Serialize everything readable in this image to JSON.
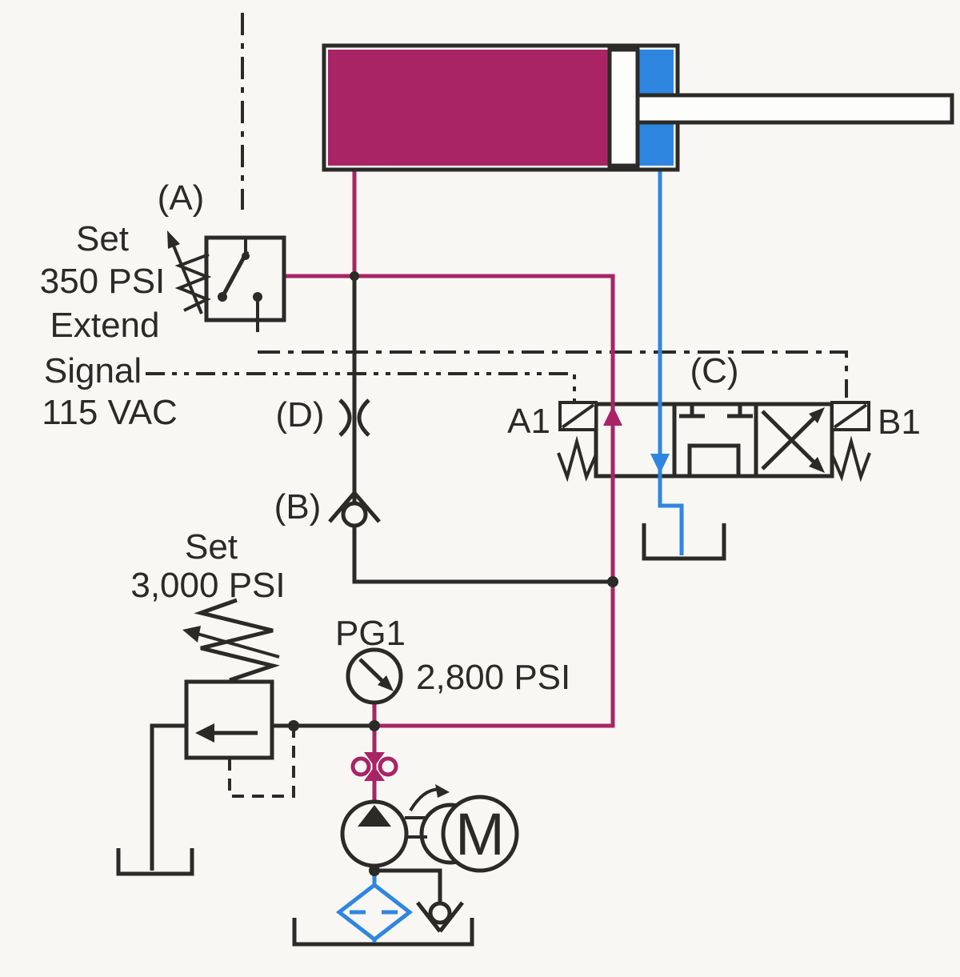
{
  "colors": {
    "maroon": "#a92465",
    "blue": "#2f86e0",
    "line": "#2b2a27",
    "background": "#f8f7f4"
  },
  "pressure_switch": {
    "id_label": "(A)",
    "set_label": "Set",
    "set_value": "350 PSI",
    "signal_line1": "Extend",
    "signal_line2": "Signal",
    "signal_line3": "115 VAC"
  },
  "bypass_check_valve": {
    "id_label": "(B)"
  },
  "orifice": {
    "id_label": "(D)"
  },
  "directional_valve": {
    "id_label": "(C)",
    "left_solenoid": "A1",
    "right_solenoid": "B1"
  },
  "pressure_gauge": {
    "id_label": "PG1",
    "reading": "2,800 PSI"
  },
  "relief_valve": {
    "set_label": "Set",
    "set_value": "3,000 PSI"
  },
  "motor": {
    "label": "M"
  }
}
